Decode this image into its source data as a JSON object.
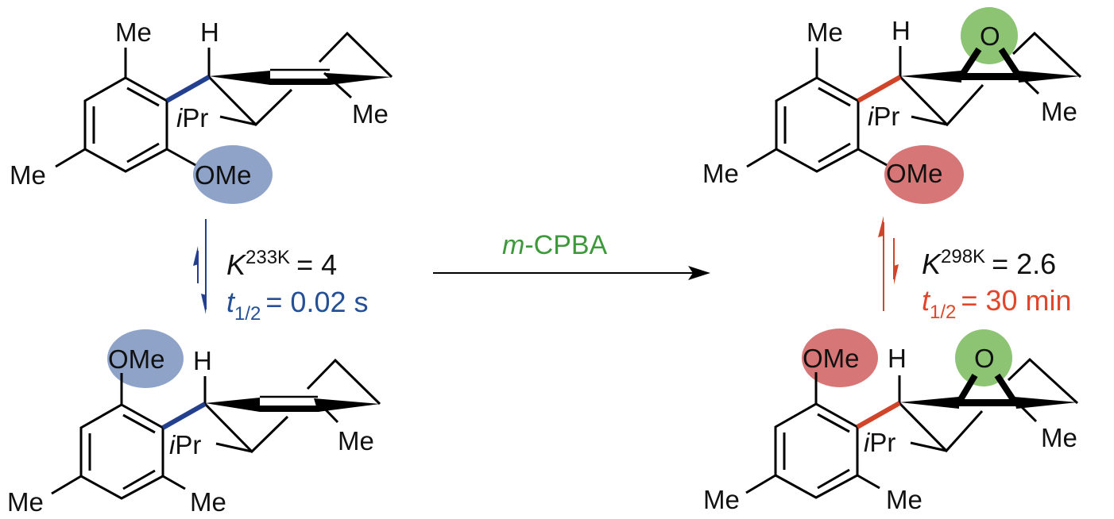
{
  "colors": {
    "blue": "#23408e",
    "blue_text": "#254f96",
    "blue_highlight": "#8fa3c8",
    "red": "#d0452a",
    "red_text": "#e0472a",
    "red_highlight": "#d77676",
    "green_highlight": "#8cc474",
    "green_text": "#3d9a3a"
  },
  "labels": {
    "me": "Me",
    "h": "H",
    "i": "i",
    "pr": "Pr",
    "ome": "OMe",
    "o": "O"
  },
  "reagent": {
    "prefix": "m",
    "rest": "-CPBA"
  },
  "left_equilibrium": {
    "k": "K",
    "temp": "233K",
    "k_value": "= 4",
    "t": "t",
    "t_sub": "1/2",
    "t_value": "= 0.02 s"
  },
  "right_equilibrium": {
    "k": "K",
    "temp": "298K",
    "k_value": "= 2.6",
    "t": "t",
    "t_sub": "1/2",
    "t_value": "= 30 min"
  }
}
